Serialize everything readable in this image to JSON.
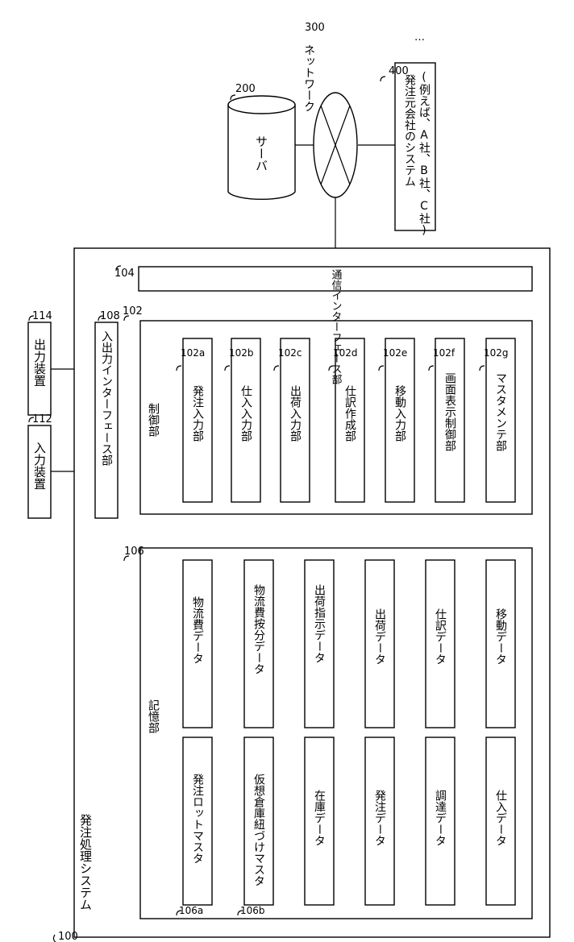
{
  "system": {
    "ref": "100",
    "label": "発注処理システム"
  },
  "input_device": {
    "ref": "112",
    "label": "入力装置"
  },
  "output_device": {
    "ref": "114",
    "label": "出力装置"
  },
  "io_interface": {
    "ref": "108",
    "label": "入出力インターフェース部"
  },
  "comm_interface": {
    "ref": "104",
    "label": "通信インターフェース部"
  },
  "network": {
    "ref": "300",
    "label": "ネットワーク"
  },
  "server": {
    "ref": "200",
    "label": "サーバ"
  },
  "client_system": {
    "ref": "400",
    "label": "発注元会社のシステム",
    "sublabel": "(例えば、A社、B社、C社)",
    "more": "…"
  },
  "control": {
    "ref": "102",
    "label": "制御部",
    "items": [
      {
        "ref": "102a",
        "label": "発注入力部"
      },
      {
        "ref": "102b",
        "label": "仕入入力部"
      },
      {
        "ref": "102c",
        "label": "出荷入力部"
      },
      {
        "ref": "102d",
        "label": "仕訳作成部"
      },
      {
        "ref": "102e",
        "label": "移動入力部"
      },
      {
        "ref": "102f",
        "label": "画面表示制御部"
      },
      {
        "ref": "102g",
        "label": "マスタメンテ部"
      }
    ]
  },
  "storage": {
    "ref": "106",
    "label": "記憶部",
    "left_items": [
      {
        "ref": "106a",
        "label": "発注ロットマスタ"
      },
      {
        "ref": "106b",
        "label": "仮想倉庫紐づけマスタ"
      },
      {
        "ref": "",
        "label": "在庫データ"
      },
      {
        "ref": "",
        "label": "発注データ"
      },
      {
        "ref": "",
        "label": "調達データ"
      },
      {
        "ref": "",
        "label": "仕入データ"
      }
    ],
    "right_items": [
      {
        "label": "物流費データ"
      },
      {
        "label": "物流費按分データ"
      },
      {
        "label": "出荷指示データ"
      },
      {
        "label": "出荷データ"
      },
      {
        "label": "仕訳データ"
      },
      {
        "label": "移動データ"
      }
    ]
  }
}
